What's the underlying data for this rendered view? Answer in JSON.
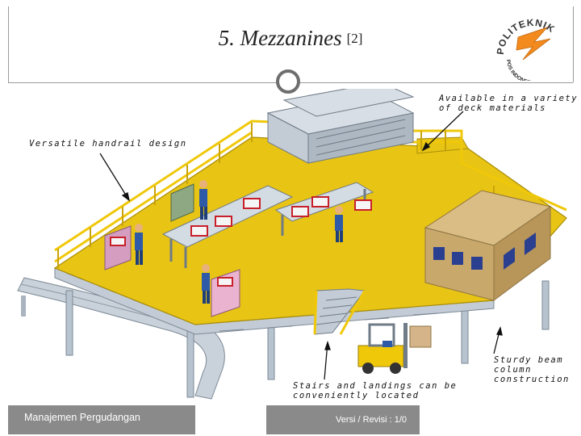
{
  "slide": {
    "title": "5. Mezzanines",
    "title_ref": "[2]",
    "logo_text_top": "POLITEKNIK",
    "logo_text_bottom": "POS INDONESIA",
    "callouts": {
      "deck_materials": "Available in a variety\nof deck materials",
      "handrail": "Versatile handrail design",
      "stairs": "Stairs and landings can be\nconveniently located",
      "beam": "Sturdy beam\ncolumn\nconstruction"
    },
    "footer_left": "Manajemen Pergudangan",
    "footer_mid": "Versi / Revisi : 1/0"
  },
  "colors": {
    "deck": "#e8c414",
    "steel": "#b7c3cf",
    "orange": "#f28a1e",
    "footer": "#8a8a8a"
  }
}
